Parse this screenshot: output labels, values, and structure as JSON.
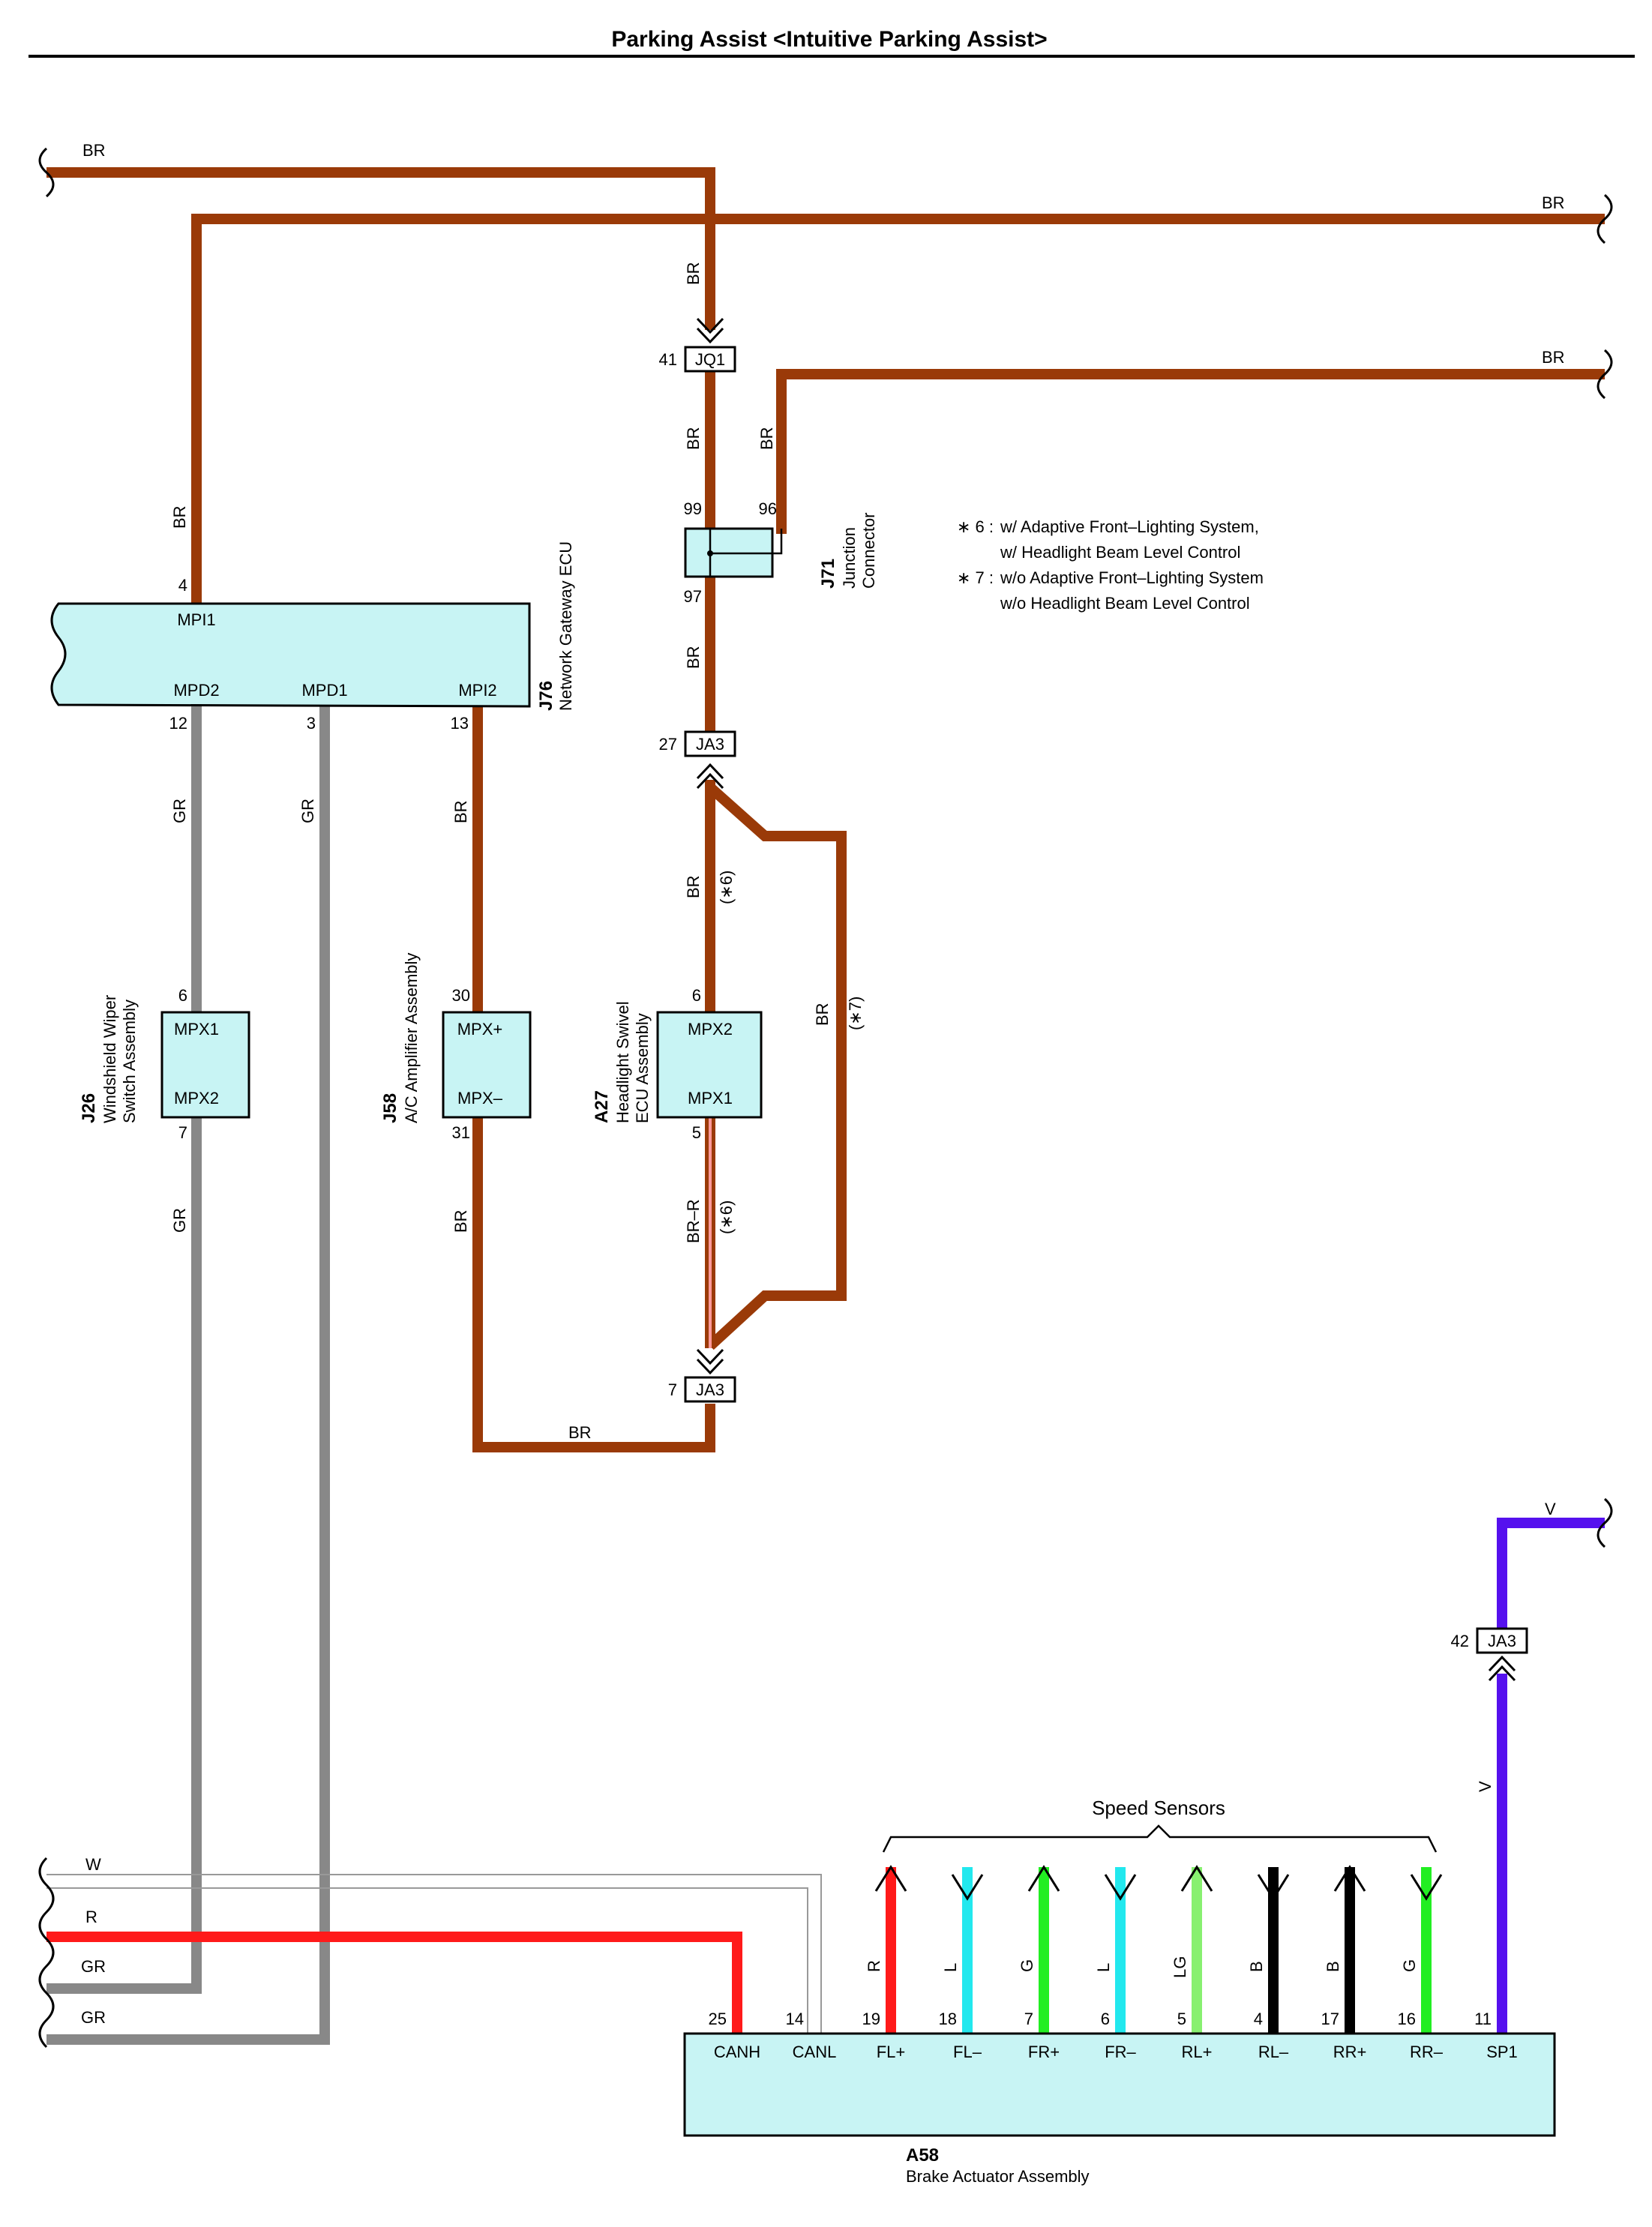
{
  "title": "Parking Assist <Intuitive Parking Assist>",
  "colors": {
    "BR": "#9a3a08",
    "GR": "#888888",
    "R": "#ff1a1a",
    "W": "#bbbbbb",
    "L": "#22e8ee",
    "G": "#22ee22",
    "LG": "#88f070",
    "B": "#000000",
    "V": "#5511ee",
    "BR-R": "#cc3030",
    "box": "#c8f4f4"
  },
  "notes": [
    {
      "mark": "∗ 6 :",
      "line1": "w/ Adaptive Front–Lighting System,",
      "line2": "w/ Headlight Beam Level Control"
    },
    {
      "mark": "∗ 7 :",
      "line1": "w/o Adaptive Front–Lighting System",
      "line2": "w/o Headlight Beam Level Control"
    }
  ],
  "components": {
    "j76": {
      "code": "J76",
      "name": "Network Gateway ECU",
      "pins": {
        "mpi1": "MPI1",
        "mpd2": "MPD2",
        "mpd1": "MPD1",
        "mpi2": "MPI2"
      },
      "pin_numbers": {
        "mpi1": "4",
        "mpd2": "12",
        "mpd1": "3",
        "mpi2": "13"
      }
    },
    "j71": {
      "code": "J71",
      "name1": "Junction",
      "name2": "Connector",
      "pin_numbers": {
        "a": "99",
        "b": "96",
        "c": "97"
      }
    },
    "j26": {
      "code": "J26",
      "name1": "Windshield Wiper",
      "name2": "Switch Assembly",
      "pins": {
        "top": "MPX1",
        "bottom": "MPX2"
      },
      "pin_numbers": {
        "top": "6",
        "bottom": "7"
      }
    },
    "j58": {
      "code": "J58",
      "name": "A/C Amplifier Assembly",
      "pins": {
        "top": "MPX+",
        "bottom": "MPX–"
      },
      "pin_numbers": {
        "top": "30",
        "bottom": "31"
      }
    },
    "a27": {
      "code": "A27",
      "name1": "Headlight Swivel",
      "name2": "ECU Assembly",
      "pins": {
        "top": "MPX2",
        "bottom": "MPX1"
      },
      "pin_numbers": {
        "top": "6",
        "bottom": "5"
      }
    },
    "a58": {
      "code": "A58",
      "name": "Brake Actuator Assembly",
      "pins": [
        {
          "name": "CANH",
          "num": "25"
        },
        {
          "name": "CANL",
          "num": "14"
        },
        {
          "name": "FL+",
          "num": "19"
        },
        {
          "name": "FL–",
          "num": "18"
        },
        {
          "name": "FR+",
          "num": "7"
        },
        {
          "name": "FR–",
          "num": "6"
        },
        {
          "name": "RL+",
          "num": "5"
        },
        {
          "name": "RL–",
          "num": "4"
        },
        {
          "name": "RR+",
          "num": "17"
        },
        {
          "name": "RR–",
          "num": "16"
        },
        {
          "name": "SP1",
          "num": "11"
        }
      ]
    }
  },
  "connectors": {
    "jq1": {
      "name": "JQ1",
      "num": "41"
    },
    "ja3_top": {
      "name": "JA3",
      "num": "27"
    },
    "ja3_bottom": {
      "name": "JA3",
      "num": "7"
    },
    "ja3_sp": {
      "name": "JA3",
      "num": "42"
    }
  },
  "wire_labels": {
    "br": "BR",
    "gr": "GR",
    "w": "W",
    "r": "R",
    "v": "V",
    "br_r": "BR–R",
    "l": "L",
    "g": "G",
    "lg": "LG",
    "b": "B",
    "star6": "(∗6)",
    "star7": "(∗7)"
  },
  "speed_sensors": "Speed Sensors"
}
